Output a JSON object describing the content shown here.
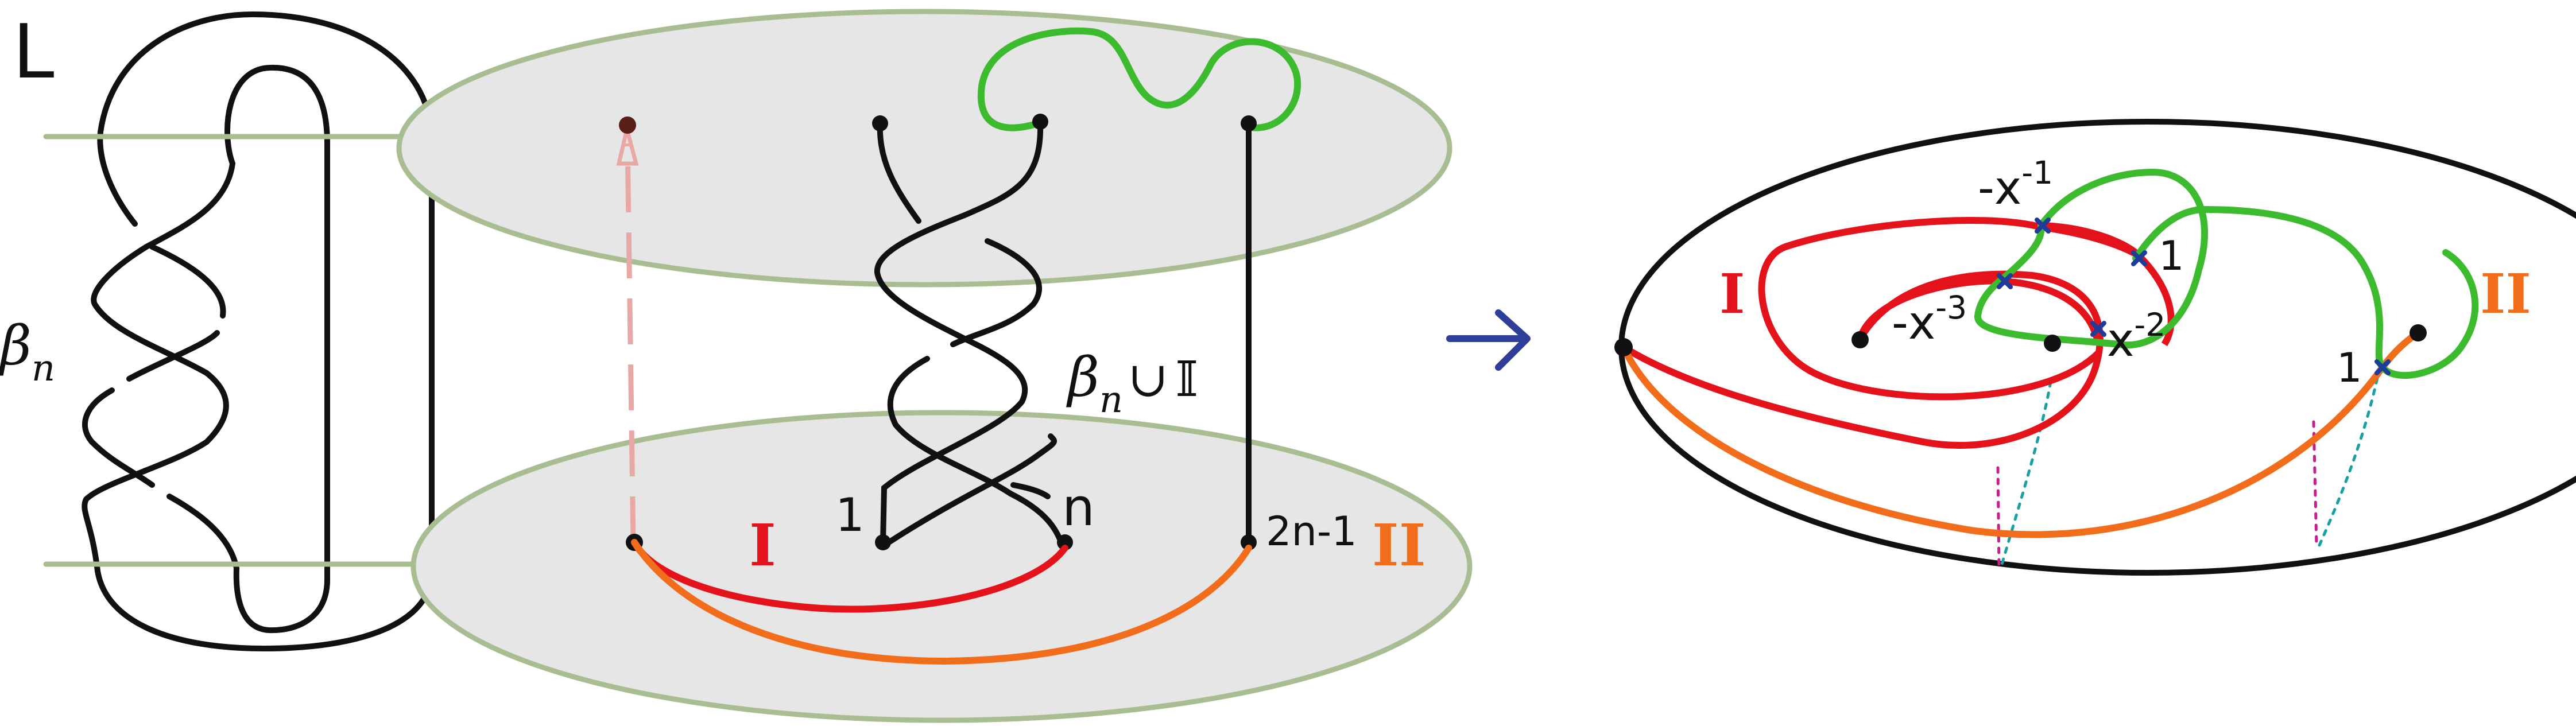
{
  "colors": {
    "strand": "#111111",
    "plane_green": "#a9bd92",
    "disk_fill": "#e6e6e6",
    "disk_edge": "#9fb38a",
    "red": "#e3121b",
    "orange": "#f26d1b",
    "green": "#3dbb2f",
    "pink_dash": "#e8a8a6",
    "arrow_blue": "#2e3f99",
    "cross_blue": "#1f3c9a",
    "dot_magenta": "#c81e8c",
    "dot_teal": "#1aa0a0"
  },
  "link_figure": {
    "label": "L",
    "braid_label": "β",
    "braid_sub": "n"
  },
  "cylinder_figure": {
    "label_1": "1",
    "label_n": "n",
    "label_2n1": "2n-1",
    "label_I": "I",
    "label_II": "II",
    "braid_label": "β",
    "braid_sub": "n",
    "union_symbol": "∪",
    "identity_symbol": "𝕀"
  },
  "arrow_icon": "right-arrow-icon",
  "disk_figure": {
    "label_I": "I",
    "label_II": "II",
    "weights": {
      "w_neg_x_inv": {
        "base": "-x",
        "exp": "-1"
      },
      "w_neg_x_neg3": {
        "base": "-x",
        "exp": "-3"
      },
      "w_x_neg2": {
        "base": "x",
        "exp": "-2"
      },
      "w_one_upper": "1",
      "w_one_lower": "1"
    }
  }
}
